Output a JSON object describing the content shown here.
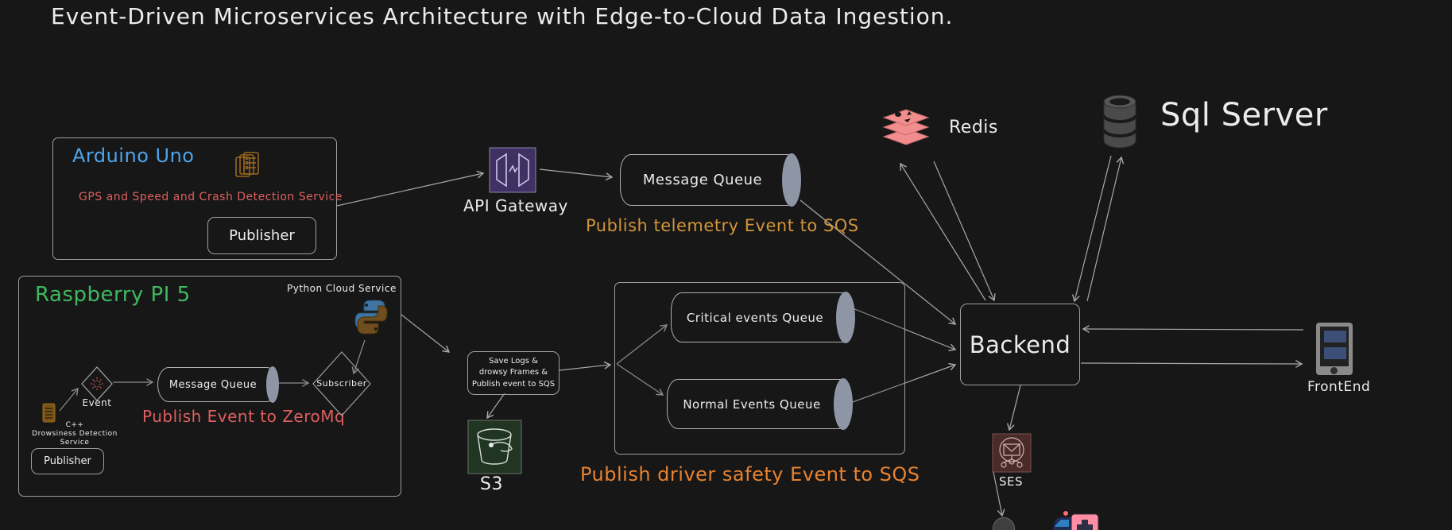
{
  "title": "Event-Driven Microservices Architecture with Edge-to-Cloud Data Ingestion.",
  "colors": {
    "background": "#171717",
    "text": "#ececec",
    "wire": "#a8a8a8",
    "arduino_blue": "#4ea3ea",
    "raspberry_green": "#3fb95f",
    "alert_red": "#df5f5f",
    "telemetry_orange": "#d2953a",
    "safety_orange": "#e8832f",
    "redis_pink": "#f18d8d",
    "api_gateway_purple": "#3f3163",
    "s3_green": "#203622",
    "ses_maroon": "#4b2a2a",
    "queue_cap_gray": "#8e96a6"
  },
  "arduino": {
    "title": "Arduino Uno",
    "service_label": "GPS and Speed and Crash Detection Service",
    "publisher_label": "Publisher"
  },
  "api_gateway": {
    "label": "API Gateway"
  },
  "telemetry_queue": {
    "label": "Message Queue"
  },
  "notes": {
    "telemetry": "Publish telemetry Event to SQS",
    "zeromq": "Publish Event to ZeroMq",
    "safety": "Publish driver safety Event to SQS"
  },
  "redis": {
    "label": "Redis"
  },
  "sql_server": {
    "label": "Sql Server"
  },
  "raspberry": {
    "title": "Raspberry PI 5",
    "python_service_label": "Python Cloud Service",
    "event_label": "Event",
    "cpp_line1": "C++",
    "cpp_line2": "Drowsiness Detection Service",
    "queue_label": "Message Queue",
    "subscriber_label": "Subscriber",
    "publisher_label": "Publisher"
  },
  "save_logs_box": {
    "line1": "Save Logs &",
    "line2": "drowsy Frames &",
    "line3": "Publish event to SQS"
  },
  "s3": {
    "label": "S3"
  },
  "queues_group": {
    "critical_label": "Critical events Queue",
    "normal_label": "Normal Events Queue"
  },
  "backend": {
    "label": "Backend"
  },
  "ses": {
    "label": "SES"
  },
  "frontend": {
    "label": "FrontEnd"
  }
}
